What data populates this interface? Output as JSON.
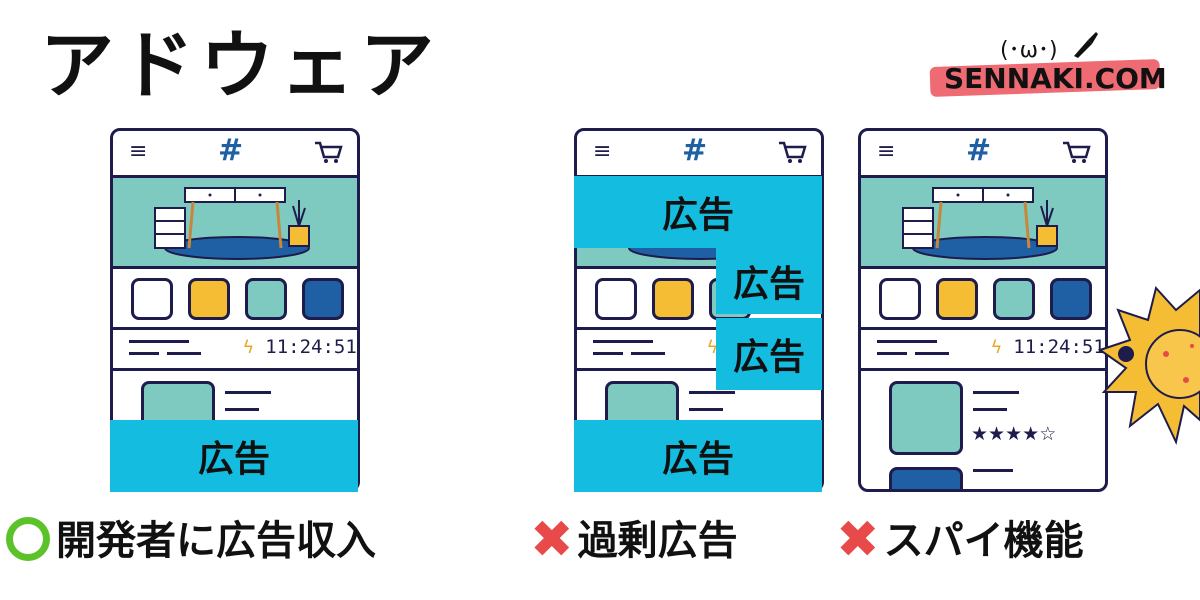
{
  "title": "アドウェア",
  "logo": {
    "face": "(･ω･)",
    "text": "SENNAKI.COM"
  },
  "colors": {
    "ad_blue": "#14bcdf",
    "teal": "#7fcac0",
    "yellow": "#f4bd33",
    "navy": "#1f5fa4",
    "outline": "#1d1c4c",
    "ok_green": "#5cc22a",
    "ng_red": "#e84a4a",
    "logo_pink": "#ee6b73"
  },
  "phone": {
    "icons": [
      "menu-icon",
      "hash-logo-icon",
      "cart-icon"
    ],
    "menu_glyph": "≡",
    "hash_glyph": "#",
    "timer": "11:24:51",
    "swatch_colors": [
      "#ffffff",
      "#f4bd33",
      "#7fcac0",
      "#1f5fa4"
    ],
    "rating_stars": 4,
    "rating_max": 5
  },
  "ads": {
    "label": "広告"
  },
  "captions": {
    "left": "開発者に広告収入",
    "middle": "過剰広告",
    "right": "スパイ機能"
  }
}
